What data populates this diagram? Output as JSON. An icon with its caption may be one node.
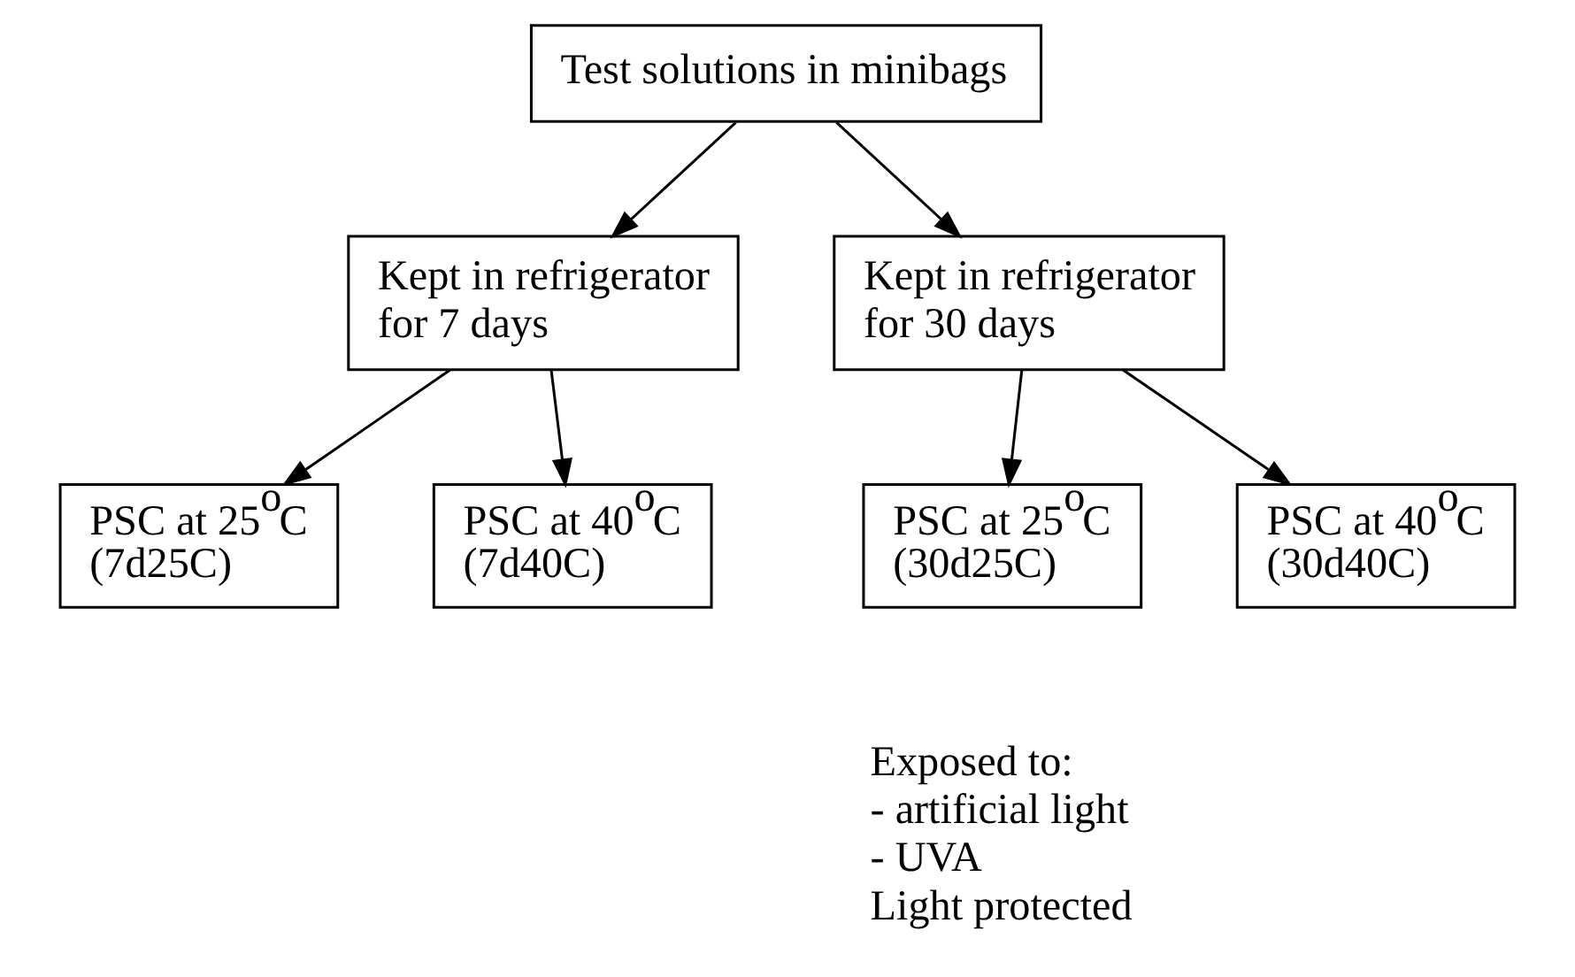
{
  "diagram": {
    "nodes": [
      {
        "text": [
          "Test solutions in minibags"
        ]
      },
      {
        "text": [
          "Kept in refrigerator for 7 days"
        ]
      },
      {
        "text": [
          "Kept in refrigerator for 30 days"
        ]
      },
      {
        "text": [
          "PSC at 25$^{o}$C (7d25C)"
        ]
      },
      {
        "text": [
          "PSC at 40$^{o}$C (7d40C)"
        ]
      },
      {
        "text": [
          "PSC at 25$^{o}$C (30d25C)"
        ]
      },
      {
        "text": [
          "PSC at 40$^{o}$C (30d40C)"
        ]
      }
    ],
    "edges": [
      {
        "from": 0,
        "to": 1,
        "arrow": "to"
      },
      {
        "from": 0,
        "to": 2,
        "arrow": "to"
      },
      {
        "from": 1,
        "to": 3,
        "arrow": "to"
      },
      {
        "from": 1,
        "to": 4,
        "arrow": "to"
      },
      {
        "from": 2,
        "to": 5,
        "arrow": "to"
      },
      {
        "from": 2,
        "to": 6,
        "arrow": "to"
      }
    ],
    "labels": [
      "Exposed to:",
      "- artificial light",
      "- UVA",
      "Light protected"
    ]
  }
}
